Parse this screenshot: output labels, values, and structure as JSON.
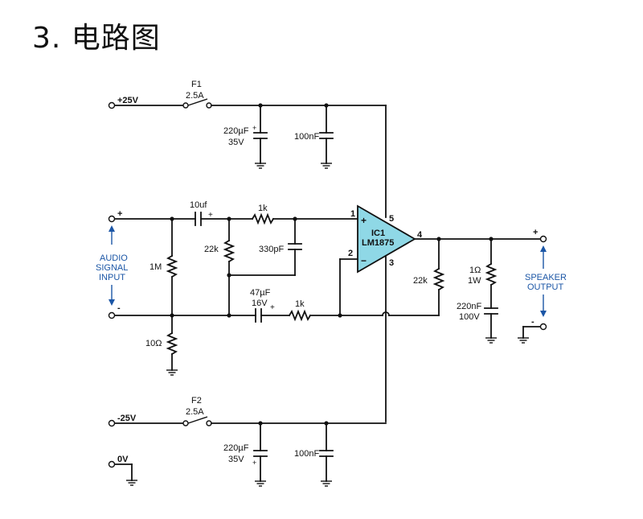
{
  "title": "3. 电路图",
  "rails": {
    "pos": "+25V",
    "neg": "-25V",
    "gnd": "0V"
  },
  "fuses": {
    "f1_name": "F1",
    "f1_rating": "2.5A",
    "f2_name": "F2",
    "f2_rating": "2.5A"
  },
  "caps": {
    "c_top_value": "220µF",
    "c_top_voltage": "35V",
    "c_top_100n": "100nF",
    "c_bot_value": "220µF",
    "c_bot_voltage": "35V",
    "c_bot_100n": "100nF",
    "c_in": "10uf",
    "c_330p": "330pF",
    "c_47u_value": "47µF",
    "c_47u_voltage": "16V",
    "c_out": "220nF",
    "c_out_voltage": "100V"
  },
  "resistors": {
    "r_1k_in": "1k",
    "r_22k_in": "22k",
    "r_1m": "1M",
    "r_10": "10Ω",
    "r_1k_fb": "1k",
    "r_22k_out": "22k",
    "r_1ohm": "1Ω",
    "r_1ohm_power": "1W"
  },
  "ic": {
    "ref": "IC1",
    "part": "LM1875",
    "pin1": "1",
    "pin2": "2",
    "pin3": "3",
    "pin4": "4",
    "pin5": "5",
    "plus": "+",
    "minus": "−"
  },
  "input": {
    "line1": "AUDIO",
    "line2": "SIGNAL",
    "line3": "INPUT",
    "plus": "+",
    "minus": "-"
  },
  "output": {
    "line1": "SPEAKER",
    "line2": "OUTPUT",
    "plus": "+",
    "minus": "-"
  },
  "colors": {
    "opamp_fill": "#8fd8e6",
    "label_blue": "#1b56a6",
    "wire": "#111111"
  }
}
